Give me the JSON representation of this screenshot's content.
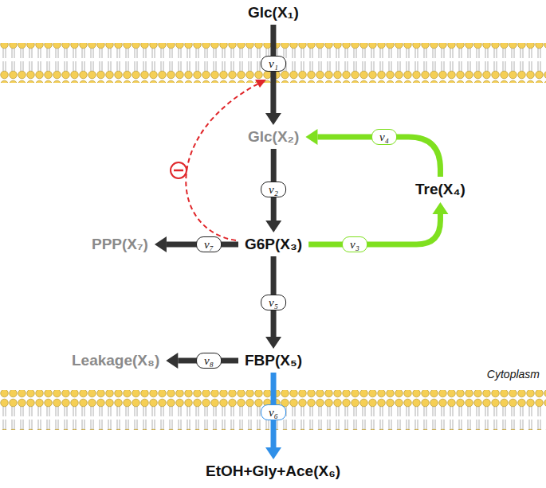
{
  "diagram": {
    "nodes": [
      {
        "text": [
          "Glc(X₁)"
        ]
      },
      {
        "text": [
          "Glc(X₂)"
        ]
      },
      {
        "text": [
          "Tre(X₄)"
        ]
      },
      {
        "text": [
          "PPP(X₇)"
        ]
      },
      {
        "text": [
          "G6P(X₃)"
        ]
      },
      {
        "text": [
          "Leakage(X₈)"
        ]
      },
      {
        "text": [
          "FBP(X₅)"
        ]
      },
      {
        "text": [
          "EtOH+Gly+Ace(X₆)"
        ]
      }
    ],
    "edges": [
      {
        "from": 0,
        "to": 1,
        "arrow": "to",
        "label": "v₁"
      },
      {
        "from": 1,
        "to": 4,
        "arrow": "to",
        "label": "v₂"
      },
      {
        "from": 4,
        "to": 2,
        "arrow": "to",
        "label": "v₃"
      },
      {
        "from": 2,
        "to": 1,
        "arrow": "to",
        "label": "v₄"
      },
      {
        "from": 4,
        "to": 6,
        "arrow": "to",
        "label": "v₅"
      },
      {
        "from": 6,
        "to": 7,
        "arrow": "to",
        "label": "v₆"
      },
      {
        "from": 4,
        "to": 3,
        "arrow": "to",
        "label": "v₇"
      },
      {
        "from": 6,
        "to": 5,
        "arrow": "to",
        "label": "v₈"
      }
    ],
    "labels": [
      "Cytoplasm"
    ]
  }
}
